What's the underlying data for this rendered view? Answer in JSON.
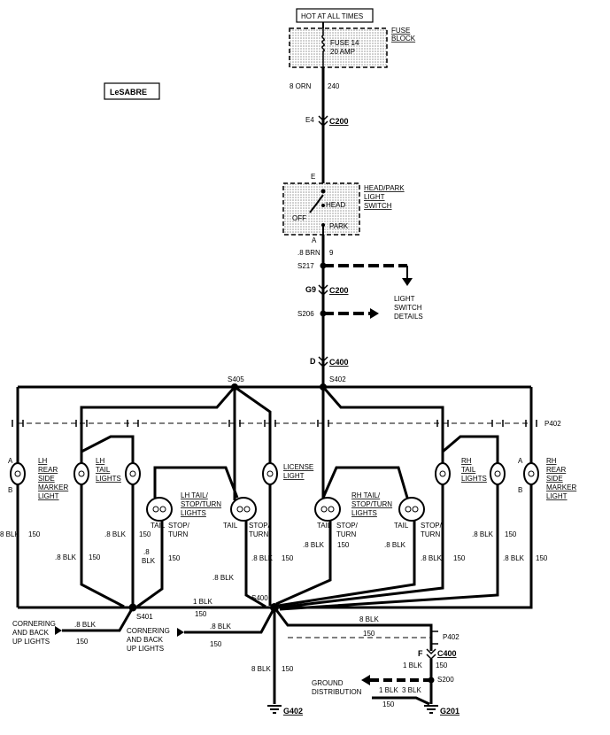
{
  "labels": {
    "hot": "HOT AT ALL TIMES",
    "fuse_block_1": "FUSE",
    "fuse_block_2": "BLOCK",
    "fuse_1": "FUSE 14",
    "fuse_2": "20 AMP",
    "model": "LeSABRE",
    "wire_orn": "8 ORN",
    "wire_240": "240",
    "e4": "E4",
    "c200": "C200",
    "e": "E",
    "hp_1": "HEAD/PARK",
    "hp_2": "LIGHT",
    "hp_3": "SWITCH",
    "head": "HEAD",
    "off": "OFF",
    "park": "PARK",
    "a": "A",
    "wire_brn": ".8 BRN",
    "wire_9": "9",
    "s217": "S217",
    "g9": "G9",
    "c200b": "C200",
    "ls_1": "LIGHT",
    "ls_2": "SWITCH",
    "ls_3": "DETAILS",
    "s206": "S206",
    "d": "D",
    "c400": "C400",
    "s405": "S405",
    "s402": "S402",
    "p402": "P402",
    "lh_rsm": [
      "LH",
      "REAR",
      "SIDE",
      "MARKER",
      "LIGHT"
    ],
    "lh_tail": [
      "LH",
      "TAIL",
      "LIGHTS"
    ],
    "license": [
      "LICENSE",
      "LIGHT"
    ],
    "rh_tail": [
      "RH",
      "TAIL",
      "LIGHTS"
    ],
    "rh_rsm": [
      "RH",
      "REAR",
      "SIDE",
      "MARKER",
      "LIGHT"
    ],
    "lh_tst": [
      "LH TAIL/",
      "STOP/TURN",
      "LIGHTS"
    ],
    "rh_tst": [
      "RH TAIL/",
      "STOP/TURN",
      "LIGHTS"
    ],
    "tail": "TAIL",
    "stop_turn": [
      "STOP/",
      "TURN"
    ],
    "b": "B",
    "a_lbl": "A",
    "w8blk": ".8 BLK",
    "w150": "150",
    "w1blk": "1 BLK",
    "w8blk_short": ".8",
    "w8blk_blk": "BLK",
    "w_8blk_left": "8 BLK",
    "s401": "S401",
    "s400": "S400",
    "cornering_left": [
      "CORNERING",
      "AND BACK",
      "UP LIGHTS"
    ],
    "cornering_mid": [
      "CORNERING",
      "AND BACK",
      "UP LIGHTS"
    ],
    "w8blk_noDot": "8 BLK",
    "f": "F",
    "c400b": "C400",
    "s200": "S200",
    "ground": [
      "GROUND",
      "DISTRIBUTION"
    ],
    "w3blk": "3 BLK",
    "g402": "G402",
    "g201": "G201",
    "p402b": "P402"
  }
}
